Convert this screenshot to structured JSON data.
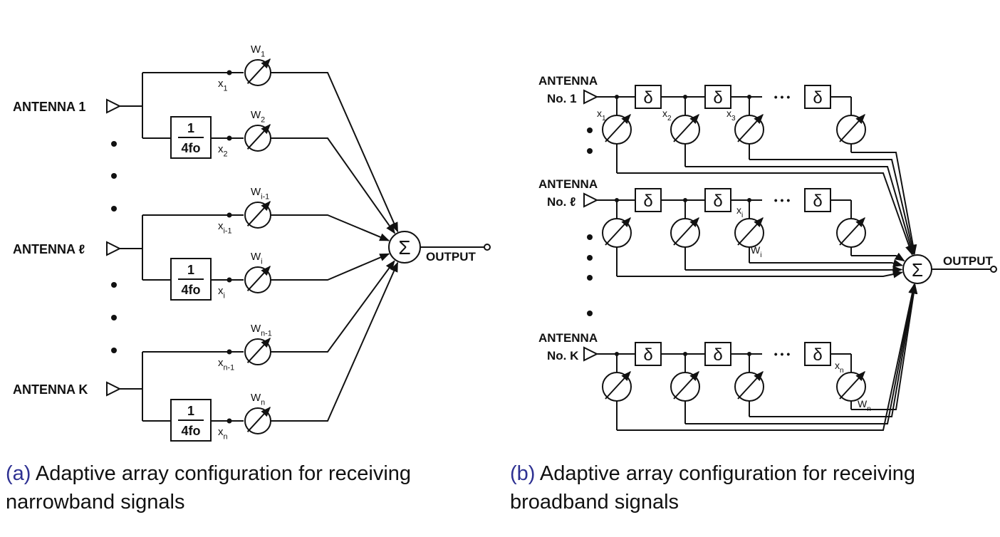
{
  "diagram_a": {
    "antennas": [
      "ANTENNA  1",
      "ANTENNA  ℓ",
      "ANTENNA  K"
    ],
    "delay_num": "1",
    "delay_den": "4fo",
    "inputs": [
      "x1",
      "x2",
      "xi-1",
      "xi",
      "xn-1",
      "xn"
    ],
    "weights": [
      "W1",
      "W2",
      "Wi-1",
      "Wi",
      "Wn-1",
      "Wn"
    ],
    "sum_symbol": "Σ",
    "output": "OUTPUT"
  },
  "diagram_b": {
    "antenna_rows": [
      {
        "line1": "ANTENNA",
        "line2": "No. 1"
      },
      {
        "line1": "ANTENNA",
        "line2": "No. ℓ"
      },
      {
        "line1": "ANTENNA",
        "line2": "No. K"
      }
    ],
    "delay": "δ",
    "ellipsis": "• • •",
    "tap_labels_row1": [
      "x1",
      "x2",
      "x3"
    ],
    "tap_label_row2": "xi",
    "weight_label_row2": "Wi",
    "tap_label_row3": "xn",
    "weight_label_row3": "Wn",
    "sum_symbol": "Σ",
    "output": "OUTPUT"
  },
  "captions": {
    "a_tag": "(a)",
    "a_text": "Adaptive array configuration for receiving narrowband signals",
    "b_tag": "(b)",
    "b_text": "Adaptive array configuration for receiving broadband signals"
  }
}
